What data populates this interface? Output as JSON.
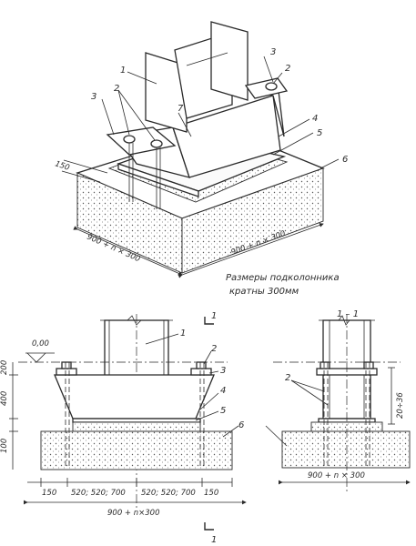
{
  "labels": {
    "n1": "1",
    "n2": "2",
    "n3": "3",
    "n4": "4",
    "n5": "5",
    "n6": "6",
    "n7": "7"
  },
  "iso": {
    "dim_150": "150",
    "dim_length": "900 + n × 300",
    "dim_width": "900 + n × 300",
    "note_line1": "Размеры подколонника",
    "note_line2": "кратны 300мм"
  },
  "front": {
    "elev": "0,00",
    "h200": "200",
    "h400": "400",
    "h100": "100",
    "dim_150a": "150",
    "dim_520a": "520; 520; 700",
    "dim_520b": "520; 520; 700",
    "dim_150b": "150",
    "total": "900 + n×300",
    "cut": "1",
    "cut_bottom": "1"
  },
  "section": {
    "title": "1 – 1",
    "gap": "20÷36",
    "width": "900 + n × 300"
  }
}
